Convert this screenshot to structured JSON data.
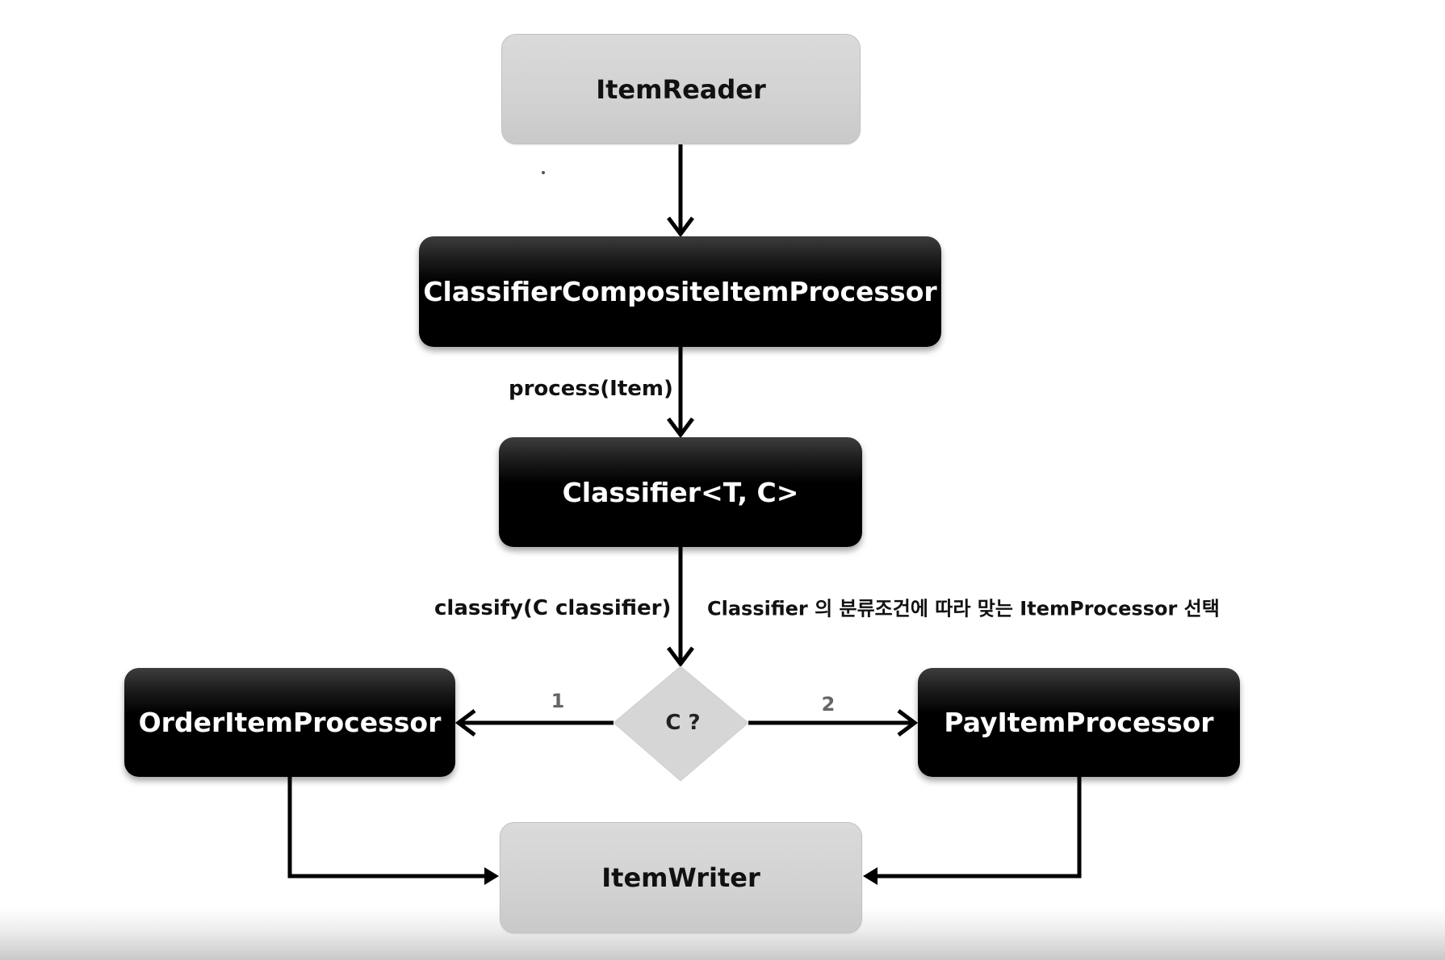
{
  "diagram": {
    "nodes": {
      "item_reader": "ItemReader",
      "composite_processor": "ClassifierCompositeItemProcessor",
      "classifier": "Classifier<T, C>",
      "decision": "C ?",
      "order_processor": "OrderItemProcessor",
      "pay_processor": "PayItemProcessor",
      "item_writer": "ItemWriter"
    },
    "edge_labels": {
      "process": "process(Item)",
      "classify": "classify(C classifier)",
      "branch_1": "1",
      "branch_2": "2"
    },
    "annotation": "Classifier 의 분류조건에 따라 맞는 ItemProcessor 선택",
    "edges": [
      {
        "from": "item_reader",
        "to": "composite_processor"
      },
      {
        "from": "composite_processor",
        "to": "classifier",
        "label": "process(Item)"
      },
      {
        "from": "classifier",
        "to": "decision",
        "label": "classify(C classifier)"
      },
      {
        "from": "decision",
        "to": "order_processor",
        "label": "1"
      },
      {
        "from": "decision",
        "to": "pay_processor",
        "label": "2"
      },
      {
        "from": "order_processor",
        "to": "item_writer"
      },
      {
        "from": "pay_processor",
        "to": "item_writer"
      }
    ],
    "colors": {
      "dark_node": "#000000",
      "light_node": "#d3d3d3",
      "decision_fill": "#d6d6d6",
      "branch_label": "#666666",
      "connector": "#000000"
    }
  }
}
